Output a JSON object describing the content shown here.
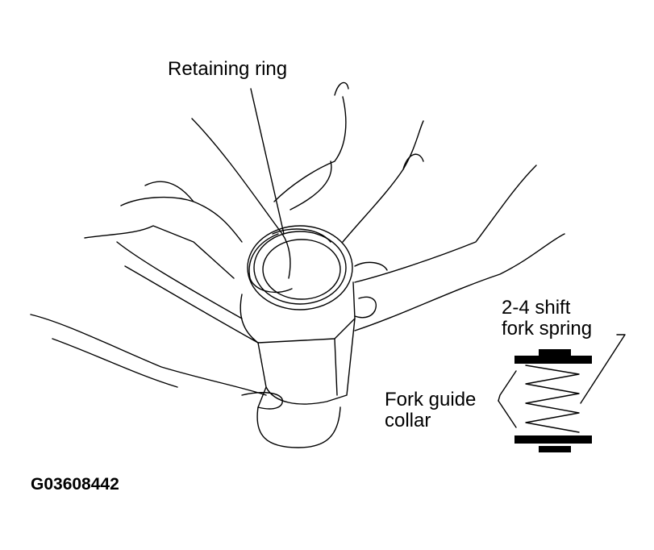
{
  "labels": {
    "retaining_ring": "Retaining ring",
    "spring_line1": "2-4 shift",
    "spring_line2": "fork spring",
    "collar_line1": "Fork guide",
    "collar_line2": "collar",
    "figure_code": "G03608442"
  }
}
